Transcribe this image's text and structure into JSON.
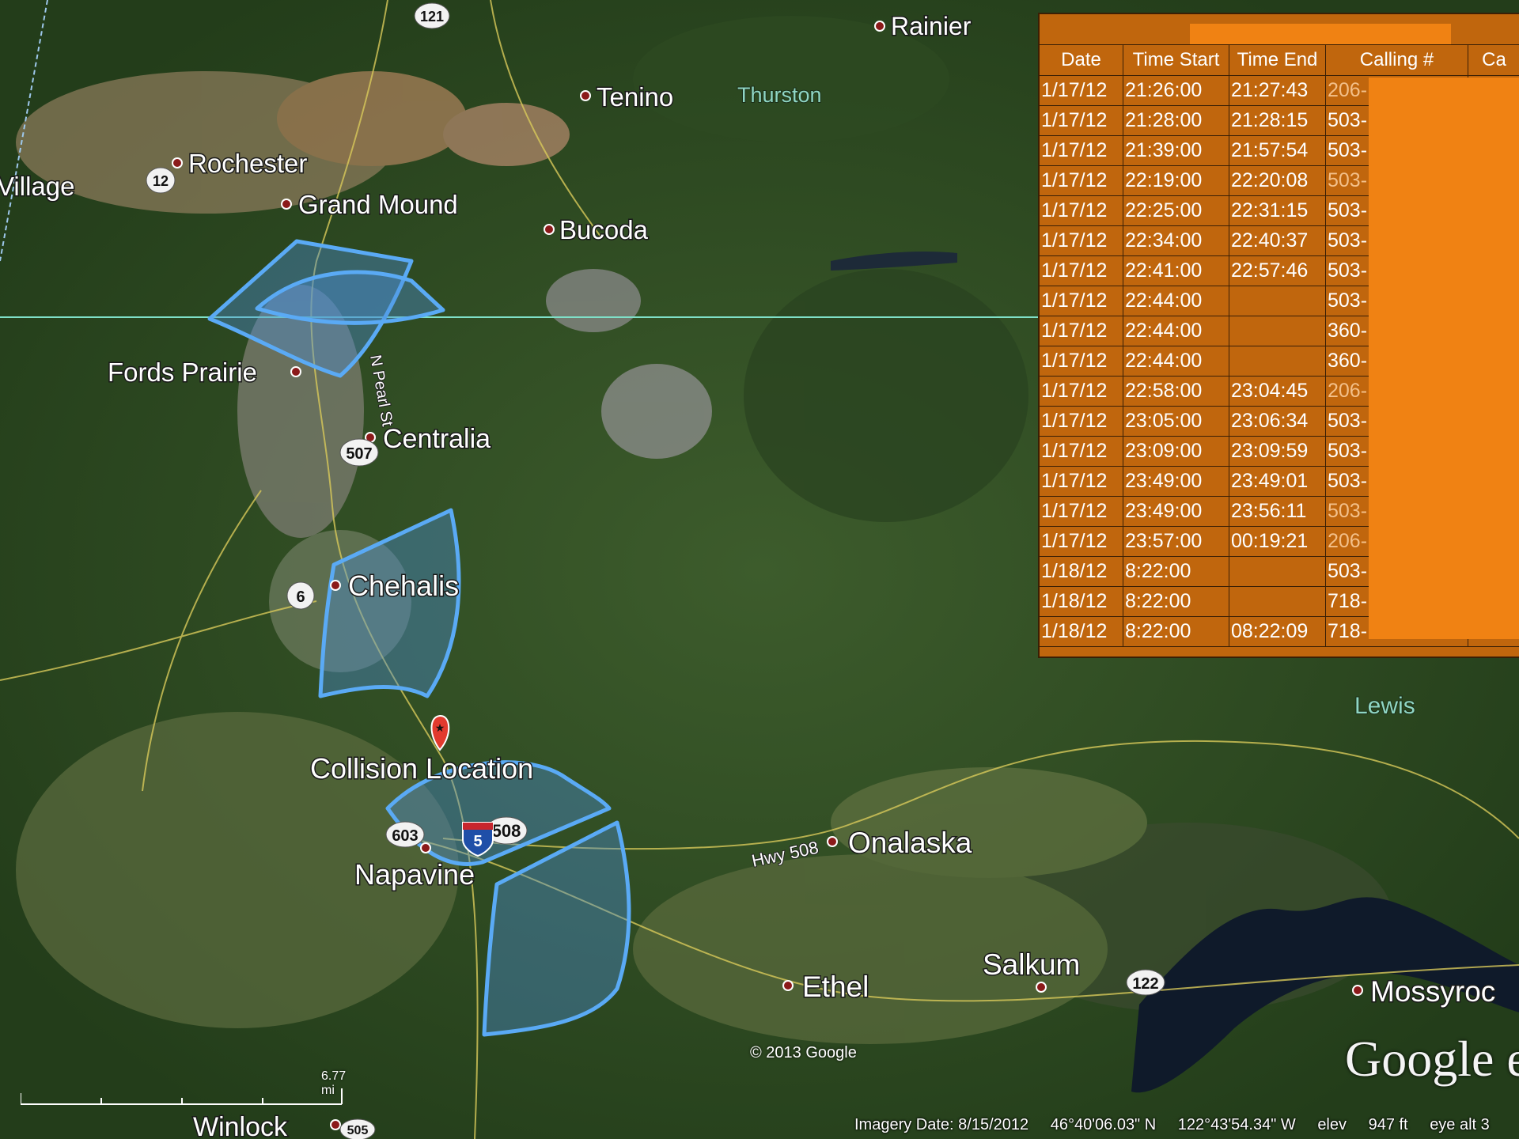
{
  "places": [
    {
      "id": "rainier",
      "label": "Rainier"
    },
    {
      "id": "tenino",
      "label": "Tenino"
    },
    {
      "id": "rochester",
      "label": "Rochester"
    },
    {
      "id": "village",
      "label": "Village"
    },
    {
      "id": "grand-mound",
      "label": "Grand Mound"
    },
    {
      "id": "bucoda",
      "label": "Bucoda"
    },
    {
      "id": "fords-prairie",
      "label": "Fords Prairie"
    },
    {
      "id": "centralia",
      "label": "Centralia"
    },
    {
      "id": "chehalis",
      "label": "Chehalis"
    },
    {
      "id": "collision-location",
      "label": "Collision Location"
    },
    {
      "id": "napavine",
      "label": "Napavine"
    },
    {
      "id": "onalaska",
      "label": "Onalaska"
    },
    {
      "id": "ethel",
      "label": "Ethel"
    },
    {
      "id": "salkum",
      "label": "Salkum"
    },
    {
      "id": "mossyrock",
      "label": "Mossyroc"
    },
    {
      "id": "winlock",
      "label": "Winlock"
    }
  ],
  "regions": [
    {
      "id": "thurston",
      "label": "Thurston"
    },
    {
      "id": "lewis",
      "label": "Lewis"
    }
  ],
  "roads": {
    "n_pearl_st": "N Pearl St",
    "hwy_508": "Hwy 508"
  },
  "shields": [
    "121",
    "12",
    "507",
    "6",
    "603",
    "508",
    "5",
    "122",
    "505"
  ],
  "table": {
    "headers": [
      "Date",
      "Time Start",
      "Time End",
      "Calling #",
      "Ca"
    ],
    "rows": [
      {
        "date": "1/17/12",
        "start": "21:26:00",
        "end": "21:27:43",
        "calling": "206-",
        "dim": true
      },
      {
        "date": "1/17/12",
        "start": "21:28:00",
        "end": "21:28:15",
        "calling": "503-",
        "dim": false
      },
      {
        "date": "1/17/12",
        "start": "21:39:00",
        "end": "21:57:54",
        "calling": "503-",
        "dim": false
      },
      {
        "date": "1/17/12",
        "start": "22:19:00",
        "end": "22:20:08",
        "calling": "503-",
        "dim": true
      },
      {
        "date": "1/17/12",
        "start": "22:25:00",
        "end": "22:31:15",
        "calling": "503-",
        "dim": false
      },
      {
        "date": "1/17/12",
        "start": "22:34:00",
        "end": "22:40:37",
        "calling": "503-",
        "dim": false
      },
      {
        "date": "1/17/12",
        "start": "22:41:00",
        "end": "22:57:46",
        "calling": "503-",
        "dim": false
      },
      {
        "date": "1/17/12",
        "start": "22:44:00",
        "end": "",
        "calling": "503-",
        "dim": false
      },
      {
        "date": "1/17/12",
        "start": "22:44:00",
        "end": "",
        "calling": "360-",
        "dim": false
      },
      {
        "date": "1/17/12",
        "start": "22:44:00",
        "end": "",
        "calling": "360-",
        "dim": false
      },
      {
        "date": "1/17/12",
        "start": "22:58:00",
        "end": "23:04:45",
        "calling": "206-",
        "dim": true
      },
      {
        "date": "1/17/12",
        "start": "23:05:00",
        "end": "23:06:34",
        "calling": "503-",
        "dim": false
      },
      {
        "date": "1/17/12",
        "start": "23:09:00",
        "end": "23:09:59",
        "calling": "503-",
        "dim": false
      },
      {
        "date": "1/17/12",
        "start": "23:49:00",
        "end": "23:49:01",
        "calling": "503-",
        "dim": false
      },
      {
        "date": "1/17/12",
        "start": "23:49:00",
        "end": "23:56:11",
        "calling": "503-",
        "dim": true
      },
      {
        "date": "1/17/12",
        "start": "23:57:00",
        "end": "00:19:21",
        "calling": "206-",
        "dim": true
      },
      {
        "date": "1/18/12",
        "start": "8:22:00",
        "end": "",
        "calling": "503-",
        "dim": false
      },
      {
        "date": "1/18/12",
        "start": "8:22:00",
        "end": "",
        "calling": "718-",
        "dim": false
      },
      {
        "date": "1/18/12",
        "start": "8:22:00",
        "end": "08:22:09",
        "calling": "718-",
        "dim": false
      }
    ]
  },
  "scale_label": "6.77 mi",
  "copyright": "© 2013 Google",
  "logo": "Google e",
  "status": {
    "imagery_date": "Imagery Date: 8/15/2012",
    "lat": "46°40'06.03\" N",
    "lon": "122°43'54.34\" W",
    "elev_label": "elev",
    "elev_value": "947 ft",
    "eye_alt": "eye alt  3"
  },
  "colors": {
    "sector_fill": "#4a8fd8",
    "sector_stroke": "#5aaaf5",
    "table_bg": "#c0660d",
    "redaction": "#f08213",
    "border_line": "#7fe0c8",
    "pin": "#e23a2e"
  }
}
